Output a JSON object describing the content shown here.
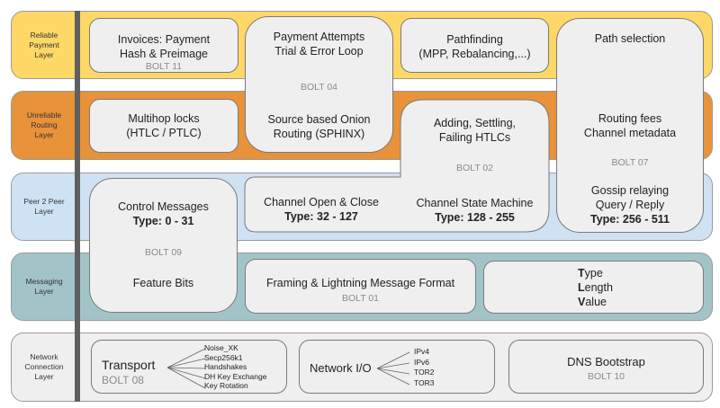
{
  "layers": [
    {
      "label": "Reliable\nPayment\nLayer",
      "color": "#fdd866"
    },
    {
      "label": "Unreliable\nRouting\nLayer",
      "color": "#e8923a"
    },
    {
      "label": "Peer 2 Peer\nLayer",
      "color": "#cfe2f3"
    },
    {
      "label": "Messaging\nLayer",
      "color": "#a2c4c9"
    },
    {
      "label": "Network\nConnection\nLayer",
      "color": "#efefef"
    }
  ],
  "boxes": {
    "invoices": {
      "line1": "Invoices: Payment",
      "line2": "Hash & Preimage",
      "bolt": "BOLT 11"
    },
    "payment_attempts": {
      "line1": "Payment Attempts",
      "line2": "Trial & Error Loop",
      "bolt": "BOLT 04",
      "line3": "Source based Onion",
      "line4": "Routing (SPHINX)"
    },
    "pathfinding": {
      "line1": "Pathfinding",
      "line2": "(MPP, Rebalancing,...)"
    },
    "path_selection": {
      "line1": "Path selection",
      "line2": "Routing fees",
      "line3": "Channel metadata",
      "bolt": "BOLT 07",
      "line4": "Gossip relaying",
      "line5": "Query / Reply",
      "type": "Type: 256 - 511"
    },
    "multihop": {
      "line1": "Multihop locks",
      "line2": "(HTLC / PTLC)"
    },
    "htlcs": {
      "line1": "Adding, Settling,",
      "line2": "Failing HTLCs",
      "bolt": "BOLT 02",
      "left_line1": "Channel Open & Close",
      "left_type": "Type: 32 - 127",
      "right_line1": "Channel State Machine",
      "right_type": "Type: 128 - 255"
    },
    "control": {
      "line1": "Control Messages",
      "type": "Type: 0 - 31",
      "bolt": "BOLT 09",
      "line2": "Feature Bits"
    },
    "framing": {
      "line1": "Framing & Lightning Message Format",
      "bolt": "BOLT 01"
    },
    "tlv": {
      "t_initial": "T",
      "t_rest": "ype",
      "l_initial": "L",
      "l_rest": "ength",
      "v_initial": "V",
      "v_rest": "alue"
    },
    "transport": {
      "title": "Transport",
      "bolt": "BOLT 08",
      "items": [
        "Noise_XK",
        "Secp256k1",
        "Handshakes",
        "DH Key Exchange",
        "Key Rotation"
      ]
    },
    "network_io": {
      "title": "Network I/O",
      "items": [
        "IPv4",
        "IPv6",
        "TOR2",
        "TOR3"
      ]
    },
    "dns": {
      "title": "DNS Bootstrap",
      "bolt": "BOLT 10"
    }
  }
}
